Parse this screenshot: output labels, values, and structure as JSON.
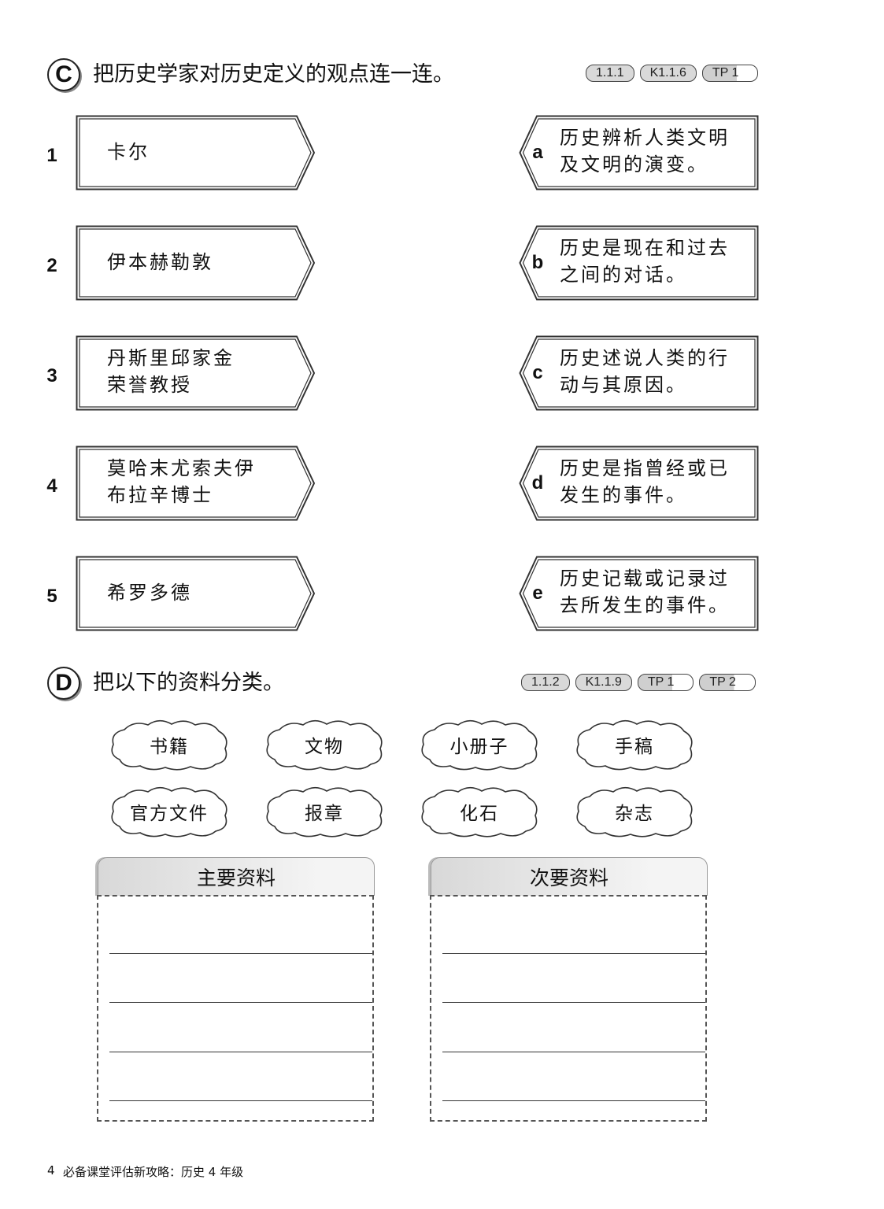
{
  "section_c": {
    "badge": "C",
    "title": "把历史学家对历史定义的观点连一连。",
    "tags": [
      "1.1.1",
      "K1.1.6",
      "TP 1"
    ]
  },
  "historians": [
    {
      "num": "1",
      "lines": [
        "卡尔"
      ]
    },
    {
      "num": "2",
      "lines": [
        "伊本赫勒敦"
      ]
    },
    {
      "num": "3",
      "lines": [
        "丹斯里邱家金",
        "荣誉教授"
      ]
    },
    {
      "num": "4",
      "lines": [
        "莫哈末尤索夫伊",
        "布拉辛博士"
      ]
    },
    {
      "num": "5",
      "lines": [
        "希罗多德"
      ]
    }
  ],
  "definitions": [
    {
      "letter": "a",
      "lines": [
        "历史辨析人类文明",
        "及文明的演变。"
      ]
    },
    {
      "letter": "b",
      "lines": [
        "历史是现在和过去",
        "之间的对话。"
      ]
    },
    {
      "letter": "c",
      "lines": [
        "历史述说人类的行",
        "动与其原因。"
      ]
    },
    {
      "letter": "d",
      "lines": [
        "历史是指曾经或已",
        "发生的事件。"
      ]
    },
    {
      "letter": "e",
      "lines": [
        "历史记载或记录过",
        "去所发生的事件。"
      ]
    }
  ],
  "section_d": {
    "badge": "D",
    "title": "把以下的资料分类。",
    "tags": [
      "1.1.2",
      "K1.1.9",
      "TP 1",
      "TP 2"
    ]
  },
  "sources": [
    "书籍",
    "文物",
    "小册子",
    "手稿",
    "官方文件",
    "报章",
    "化石",
    "杂志"
  ],
  "categories": [
    {
      "title": "主要资料"
    },
    {
      "title": "次要资料"
    }
  ],
  "footer": {
    "page": "4",
    "text": "必备课堂评估新攻略：历史 4 年级"
  }
}
